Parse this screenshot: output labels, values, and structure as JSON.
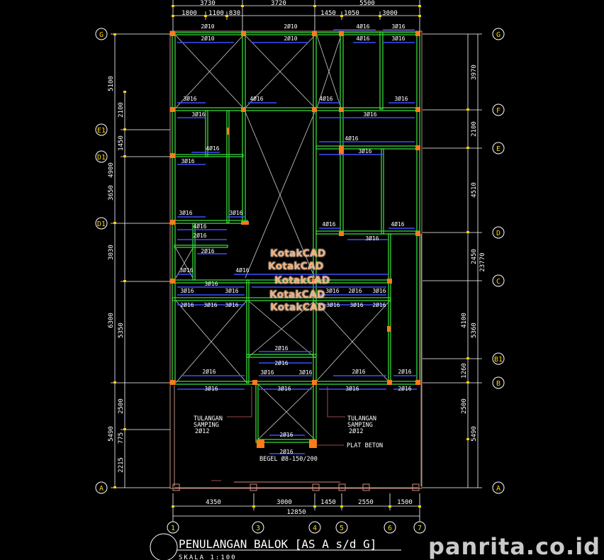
{
  "title": "PENULANGAN BALOK [AS A s/d G]",
  "scale": "SKALA 1:100",
  "brand": "panrita.co.id",
  "stamp": "KotakCAD",
  "top_dims_1": [
    "3730",
    "3720",
    "5500"
  ],
  "top_dims_2": [
    "1800",
    "1100",
    "830",
    "1450",
    "1050",
    "3000"
  ],
  "bottom_dims": [
    "4350",
    "3000",
    "1450",
    "2550",
    "1500"
  ],
  "bottom_total": "12850",
  "left_dims_outer": [
    "5100",
    "4900",
    "3030",
    "5490"
  ],
  "left_dims_inner": [
    "2100",
    "1450",
    "3650",
    "6300",
    "5350",
    "2500",
    "775",
    "2215"
  ],
  "right_dims_outer": [
    "23770"
  ],
  "right_dims_inner": [
    "3970",
    "2100",
    "4510",
    "2450",
    "4100",
    "5360",
    "1260",
    "2500",
    "5490"
  ],
  "axes_left": [
    "G",
    "E1",
    "D1",
    "D1"
  ],
  "axes_left_bottom": "A",
  "axes_right": [
    "G",
    "F",
    "E",
    "D",
    "C",
    "B1",
    "B",
    "A"
  ],
  "axes_bottom": [
    "1",
    "3",
    "4",
    "5",
    "6",
    "7"
  ],
  "rebar": {
    "r2d10": "2Ø10",
    "r3d16": "3Ø16",
    "r4d16": "4Ø16",
    "r2d16": "2Ø16"
  },
  "notes": {
    "tulangan_1": "TULANGAN",
    "tulangan_2": "SAMPING",
    "tulangan_3": "2Ø12",
    "plat": "PLAT BETON",
    "begel": "BEGEL Ø8-150/200"
  }
}
